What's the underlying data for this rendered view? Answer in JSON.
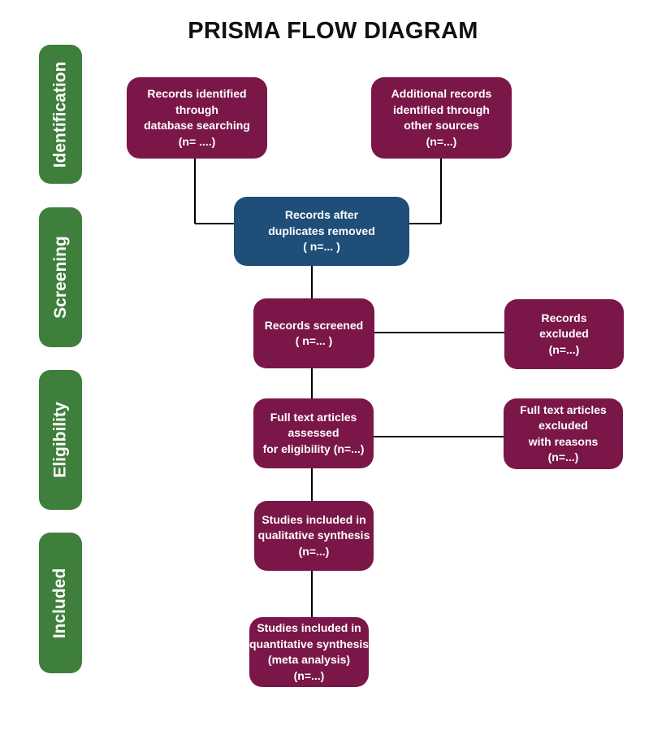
{
  "title": "PRISMA FLOW DIAGRAM",
  "stages": {
    "identification": "Identification",
    "screening": "Screening",
    "eligibility": "Eligibility",
    "included": "Included"
  },
  "boxes": {
    "database_search": [
      "Records identified",
      "through",
      "database searching",
      "(n= ....)"
    ],
    "other_sources": [
      "Additional records",
      "identified through",
      "other sources",
      "(n=...)"
    ],
    "duplicates_removed": [
      "Records after",
      "duplicates removed",
      "( n=... )"
    ],
    "screened": [
      "Records screened",
      "( n=... )"
    ],
    "excluded": [
      "Records",
      "excluded",
      "(n=...)"
    ],
    "full_text_assessed": [
      "Full text articles",
      "assessed",
      "for eligibility (n=...)"
    ],
    "full_text_excluded": [
      "Full text articles",
      "excluded",
      "with reasons",
      "(n=...)"
    ],
    "qualitative": [
      "Studies included in",
      "qualitative synthesis",
      "(n=...)"
    ],
    "quantitative": [
      "Studies included in",
      "quantitative synthesis",
      "(meta analysis)",
      "(n=...)"
    ]
  },
  "colors": {
    "box": "#7a1748",
    "box_highlight": "#1f4e79",
    "stage": "#3e7f3c",
    "connector": "#000000"
  }
}
